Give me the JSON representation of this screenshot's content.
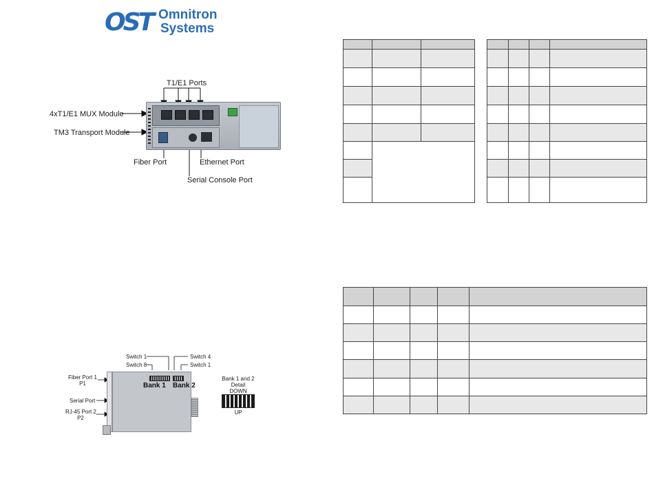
{
  "logo": {
    "mark": "OST",
    "line1": "Omnitron",
    "line2": "Systems",
    "color": "#2a6db5"
  },
  "device_figure": {
    "labels": {
      "ports_group": "T1/E1 Ports",
      "mux_module": "4xT1/E1 MUX Module",
      "transport_module": "TM3 Transport Module",
      "fiber_port": "Fiber Port",
      "ethernet_port": "Ethernet Port",
      "serial_console_port": "Serial Console Port"
    },
    "port_count": 4
  },
  "switch_figure": {
    "labels": {
      "switch_1_top": "Switch 1",
      "switch_8": "Switch 8",
      "switch_4": "Switch 4",
      "switch_1_right": "Switch 1",
      "fiber_port_line1": "Fiber Port 1",
      "fiber_port_line2": "P1",
      "serial_port": "Serial Port",
      "rj45_line1": "RJ-45 Port 2",
      "rj45_line2": "P2",
      "bank1": "Bank 1",
      "bank2": "Bank 2",
      "detail_line1": "Bank 1 and 2",
      "detail_line2": "Detail",
      "down": "DOWN",
      "up": "UP"
    },
    "bank1_switch_count": 8,
    "bank2_switch_count": 4
  },
  "tables": {
    "table_a": {
      "header": [
        "",
        "",
        ""
      ],
      "rows": [
        [
          "",
          "",
          ""
        ],
        [
          "",
          "",
          ""
        ],
        [
          "",
          "",
          ""
        ],
        [
          "",
          "",
          ""
        ],
        [
          "",
          "",
          ""
        ],
        [
          "",
          ""
        ],
        [
          "",
          ""
        ],
        [
          "",
          ""
        ]
      ],
      "header_color": "#d3d3d3",
      "shade_color": "#e8e8e8"
    },
    "table_b": {
      "header": [
        "",
        "",
        "",
        ""
      ],
      "rows": [
        [
          "",
          "",
          "",
          ""
        ],
        [
          "",
          "",
          "",
          ""
        ],
        [
          "",
          "",
          "",
          ""
        ],
        [
          "",
          "",
          "",
          ""
        ],
        [
          "",
          "",
          "",
          ""
        ],
        [
          "",
          "",
          "",
          ""
        ],
        [
          "",
          "",
          "",
          ""
        ],
        [
          "",
          "",
          "",
          ""
        ]
      ]
    },
    "table_c": {
      "header": [
        "",
        "",
        "",
        "",
        ""
      ],
      "rows": [
        [
          "",
          "",
          "",
          "",
          ""
        ],
        [
          "",
          "",
          "",
          "",
          ""
        ],
        [
          "",
          "",
          "",
          "",
          ""
        ],
        [
          "",
          "",
          "",
          "",
          ""
        ],
        [
          "",
          "",
          "",
          "",
          ""
        ],
        [
          "",
          "",
          "",
          "",
          ""
        ]
      ]
    }
  }
}
